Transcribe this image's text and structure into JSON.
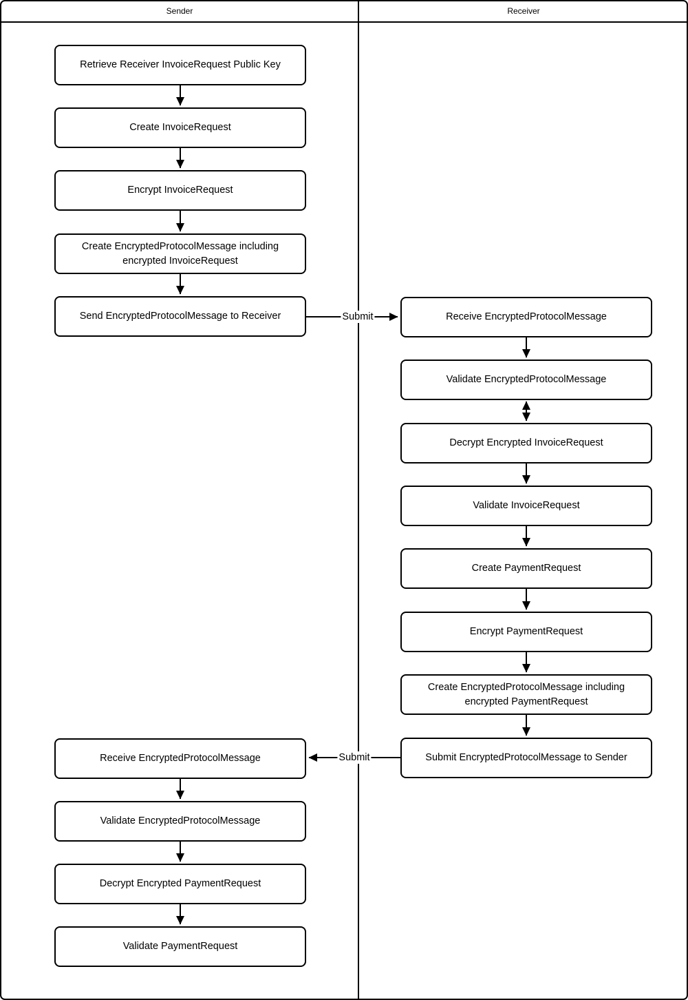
{
  "diagram": {
    "lanes": {
      "sender": "Sender",
      "receiver": "Receiver"
    },
    "nodes": {
      "sender": [
        "Retrieve Receiver InvoiceRequest Public Key",
        "Create InvoiceRequest",
        "Encrypt InvoiceRequest",
        "Create EncryptedProtocolMessage including encrypted InvoiceRequest",
        "Send EncryptedProtocolMessage to Receiver",
        "Receive EncryptedProtocolMessage",
        "Validate EncryptedProtocolMessage",
        "Decrypt Encrypted PaymentRequest",
        "Validate PaymentRequest"
      ],
      "receiver": [
        "Receive EncryptedProtocolMessage",
        "Validate EncryptedProtocolMessage",
        "Decrypt Encrypted InvoiceRequest",
        "Validate InvoiceRequest",
        "Create PaymentRequest",
        "Encrypt PaymentRequest",
        "Create EncryptedProtocolMessage including encrypted PaymentRequest",
        "Submit EncryptedProtocolMessage to Sender"
      ]
    },
    "edge_labels": {
      "submit_to_receiver": "Submit",
      "submit_to_sender": "Submit"
    },
    "colors": {
      "stroke": "#000000",
      "fill": "#ffffff",
      "text": "#000000"
    }
  }
}
